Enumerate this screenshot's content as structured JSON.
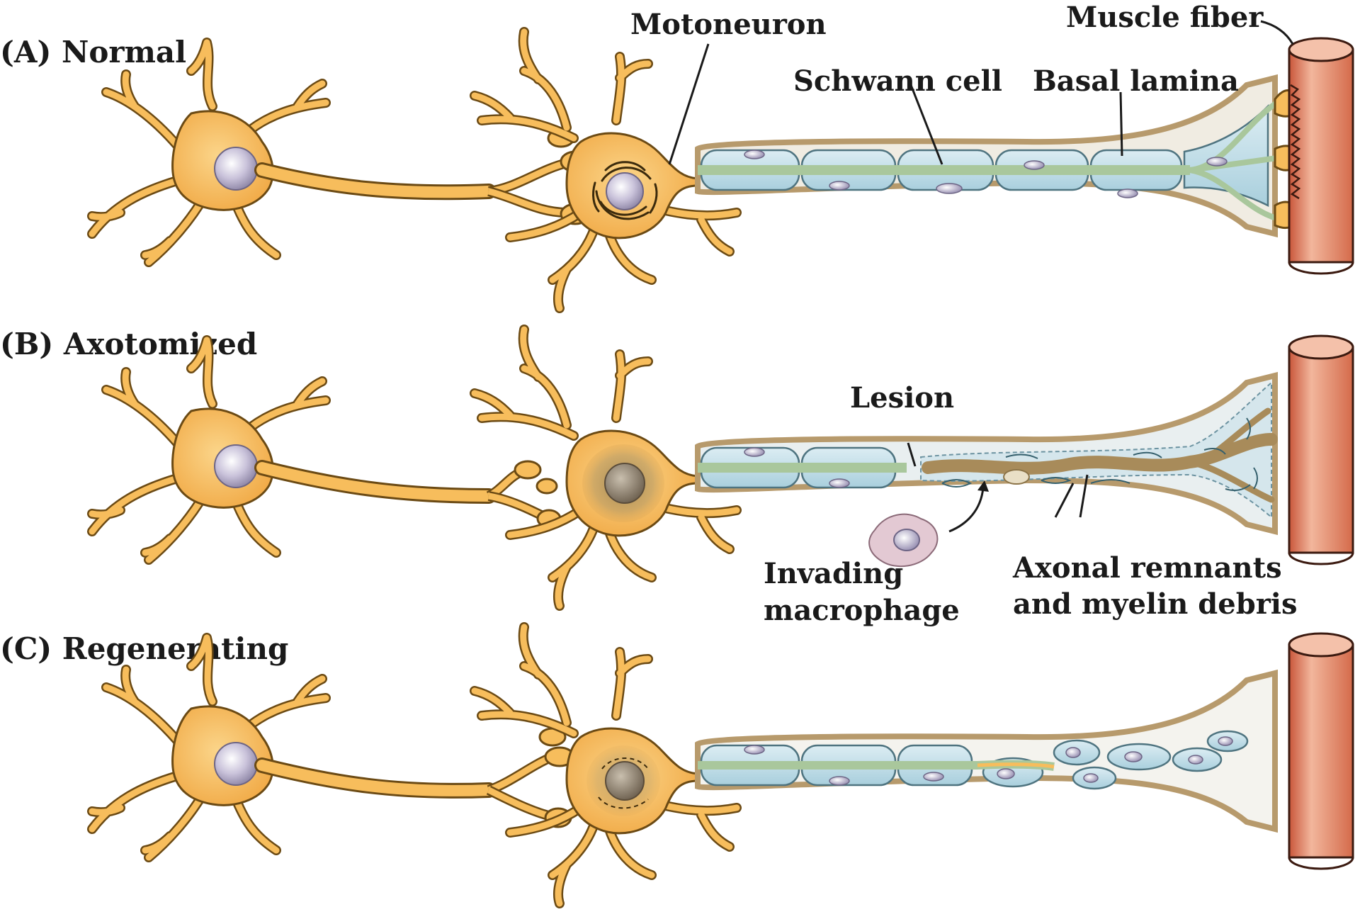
{
  "panels": [
    {
      "id": "A",
      "label": "(A)  Normal"
    },
    {
      "id": "B",
      "label": "(B)  Axotomized"
    },
    {
      "id": "C",
      "label": "(C)  Regenerating"
    }
  ],
  "annotations": {
    "motoneuron": "Motoneuron",
    "muscle_fiber": "Muscle fiber",
    "schwann_cell": "Schwann cell",
    "basal_lamina": "Basal lamina",
    "lesion": "Lesion",
    "macrophage_line1": "Invading",
    "macrophage_line2": "macrophage",
    "remnants_line1": "Axonal remnants",
    "remnants_line2": "and myelin debris"
  },
  "colors": {
    "neuron_fill": "#f7bd5c",
    "neuron_stroke": "#6b4a14",
    "nucleus": "#bdb6cf",
    "schwann_fill": "#c6e0ea",
    "axon_core": "#b8cfae",
    "lamina": "#b79a6c",
    "muscle": "#e69a7c",
    "debris": "#a88b5a",
    "macrophage": "#e3c9d3",
    "chromatolysis": "#a38a58"
  }
}
